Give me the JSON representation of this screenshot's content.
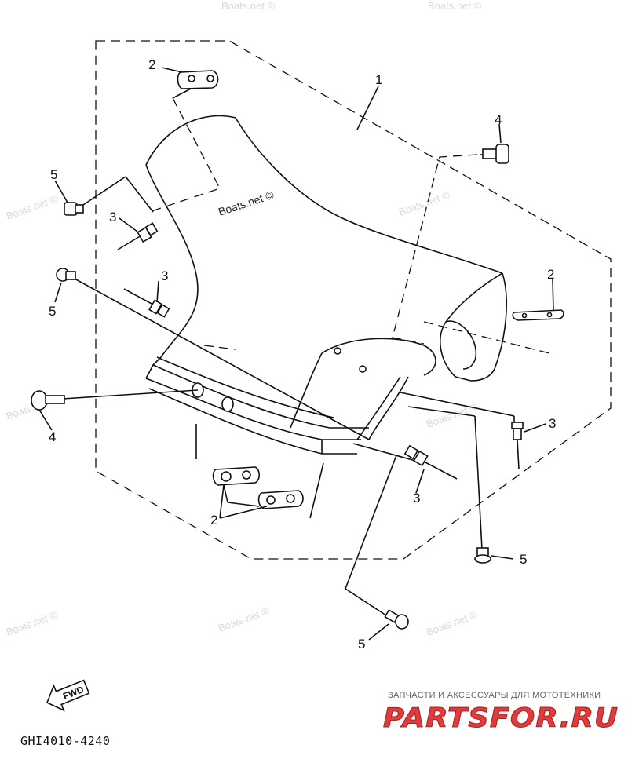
{
  "diagram": {
    "drawing_code": "GHI4010-4240",
    "fwd_label": "FWD",
    "callouts": {
      "c1": "1",
      "c2_top": "2",
      "c2_right": "2",
      "c2_bottom": "2",
      "c3_left_top": "3",
      "c3_left_mid": "3",
      "c3_right": "3",
      "c3_bottom": "3",
      "c4_top": "4",
      "c4_left": "4",
      "c5_left_top": "5",
      "c5_left_mid": "5",
      "c5_right": "5",
      "c5_bottom": "5"
    }
  },
  "watermarks": {
    "main": "Boats.net ©",
    "faint": "Boats.net ©"
  },
  "promo": {
    "tagline": "ЗАПЧАСТИ И АКСЕССУАРЫ ДЛЯ МОТОТЕХНИКИ",
    "logo_text": "PARTSFOR.RU"
  },
  "colors": {
    "line": "#111111",
    "watermark": "#d9d9d9",
    "logo": "#e03c3c"
  }
}
